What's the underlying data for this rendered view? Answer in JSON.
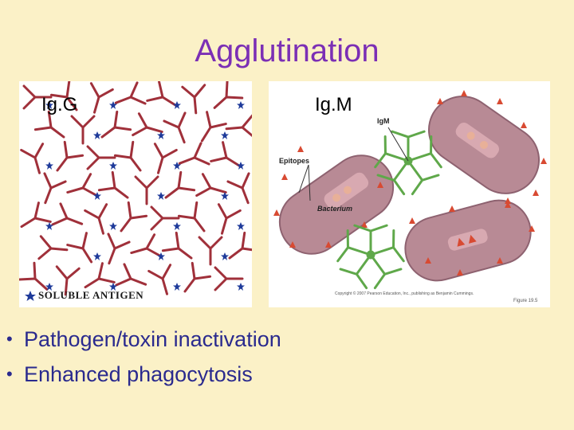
{
  "slide": {
    "title": "Agglutination",
    "left_panel_label": "Ig.G",
    "right_panel_label": "Ig.M",
    "soluble_antigen_label": "SOLUBLE ANTIGEN",
    "igm_figure_label": "IgM",
    "epitopes_label": "Epitopes",
    "bacterium_label": "Bacterium",
    "copyright": "Copyright © 2007 Pearson Education, Inc., publishing as Benjamin Cummings.",
    "figure_number": "Figure 19.5"
  },
  "bullets": [
    {
      "marker": "•",
      "text": "Pathogen/toxin inactivation"
    },
    {
      "marker": "•",
      "text": "Enhanced phagocytosis"
    }
  ],
  "colors": {
    "background": "#fbf1c7",
    "title": "#7b2fb5",
    "bullet_text": "#2a2a8e",
    "antibody": "#a0303a",
    "antigen": "#1e3a9a",
    "bacterium": "#b88a95",
    "igm": "#5fa84a",
    "epitope": "#d84a32"
  }
}
